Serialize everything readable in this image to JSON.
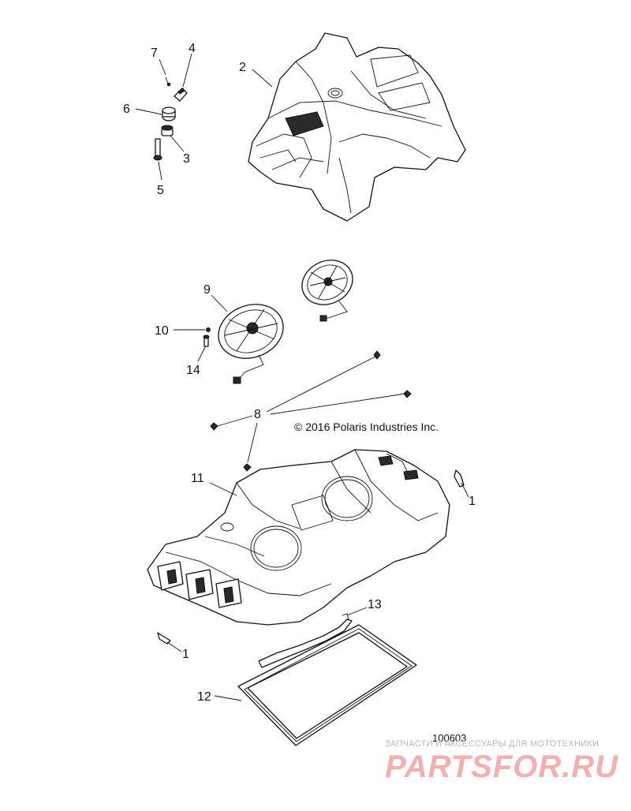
{
  "callouts": [
    {
      "id": "7",
      "label": "7"
    },
    {
      "id": "4",
      "label": "4"
    },
    {
      "id": "2",
      "label": "2"
    },
    {
      "id": "6",
      "label": "6"
    },
    {
      "id": "3",
      "label": "3"
    },
    {
      "id": "5",
      "label": "5"
    },
    {
      "id": "9",
      "label": "9"
    },
    {
      "id": "10",
      "label": "10"
    },
    {
      "id": "14",
      "label": "14"
    },
    {
      "id": "8",
      "label": "8"
    },
    {
      "id": "11",
      "label": "11"
    },
    {
      "id": "1a",
      "label": "1"
    },
    {
      "id": "1b",
      "label": "1"
    },
    {
      "id": "13",
      "label": "13"
    },
    {
      "id": "12",
      "label": "12"
    }
  ],
  "copyright": "© 2016 Polaris Industries Inc.",
  "reference_number": "100603",
  "watermark": {
    "tagline": "ЗАПЧАСТИ И АКСЕССУАРЫ ДЛЯ МОТОТЕХНИКИ",
    "brand": "PARTSFOR.RU"
  }
}
